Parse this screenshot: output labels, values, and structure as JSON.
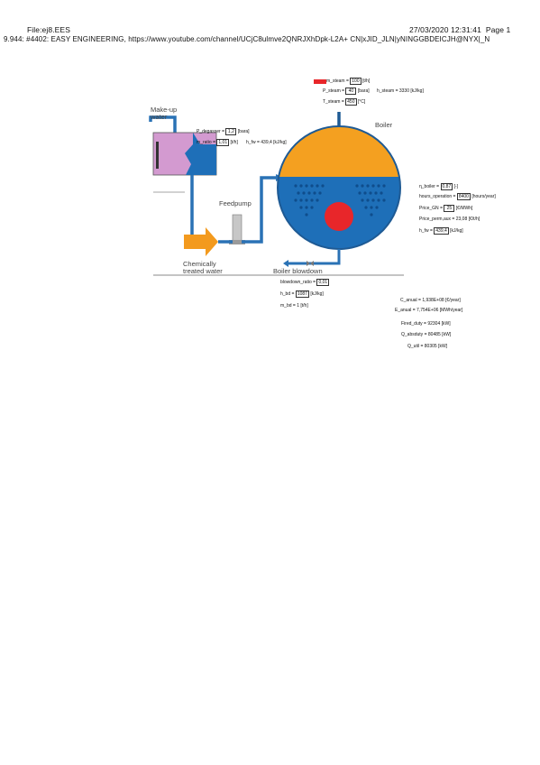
{
  "header": {
    "file": "File:ej8.EES",
    "datetime": "27/03/2020 12:31:41",
    "page": "Page 1",
    "line2": "9.944: #4402:  EASY ENGINEERING, https://www.youtube.com/channel/UCjC8ulmve2QNRJXhDpk-L2A+ CN|xJID_JLN|yNINGGBDEICJH@NYX|_N"
  },
  "diagram": {
    "makeup_water": [
      "Make-up",
      "water"
    ],
    "feedpump": "Feedpump",
    "chemically_treated": [
      "Chemically",
      "treated water"
    ],
    "boiler": "Boiler",
    "boiler_blowdown": "Boiler blowdown"
  },
  "inputs": {
    "p_degasser": {
      "label": "P_degasser",
      "value": "1,2",
      "unit": "[bara]"
    },
    "m_ratio": {
      "label": "m_ratio",
      "value": "1,01",
      "unit": "[t/h]"
    },
    "h_fw": {
      "text": "h_fw = 439,4 [kJ/kg]"
    },
    "m_steam": {
      "label": "m_steam",
      "value": "100",
      "unit": "[t/h]"
    },
    "p_steam": {
      "label": "P_steam",
      "value": "40",
      "unit": "[bara]"
    },
    "t_steam": {
      "label": "T_steam",
      "value": "450",
      "unit": "[°C]"
    },
    "h_steam": {
      "text": "h_steam = 3330 [kJ/kg]"
    },
    "eta_boiler": {
      "label": "η_boiler",
      "value": "0,87",
      "unit": "[-]"
    },
    "hours": {
      "label": "hours_operation",
      "value": "8400",
      "unit": "[hours/year]"
    },
    "price_gn": {
      "label": "Price_GN",
      "value": "25",
      "unit": "[€/MWh]"
    },
    "price_perm": {
      "text": "Price_perm,aux = 23,08 [€/t/h]"
    },
    "h_fw2": {
      "label": "h_fw",
      "value": "439,4",
      "unit": "[kJ/kg]"
    },
    "blowdown_ratio": {
      "label": "blowdown_ratio",
      "value": "0,01",
      "unit": ""
    },
    "h_bd": {
      "label": "h_bd",
      "value": "1087",
      "unit": "[kJ/kg]"
    },
    "m_bd": {
      "text": "m_bd = 1 [t/h]"
    }
  },
  "results": {
    "c_anual": "C_anual = 1,938E+08 [€/year]",
    "e_anual": "E_anual = 7,754E+06 [MWh/year]",
    "fired_duty": "Fired_duty = 92304 [kW]",
    "q_absduty": "Q_absduty = 80485 [kW]",
    "q_util": "Q_util = 80305 [kW]"
  },
  "colors": {
    "water_blue": "#1e6fb8",
    "pipe_blue": "#2a72b5",
    "steam_orange": "#f4a020",
    "burner_red": "#e8262a",
    "tank_pink": "#d39ad0",
    "arrow_orange": "#f39a1e"
  }
}
